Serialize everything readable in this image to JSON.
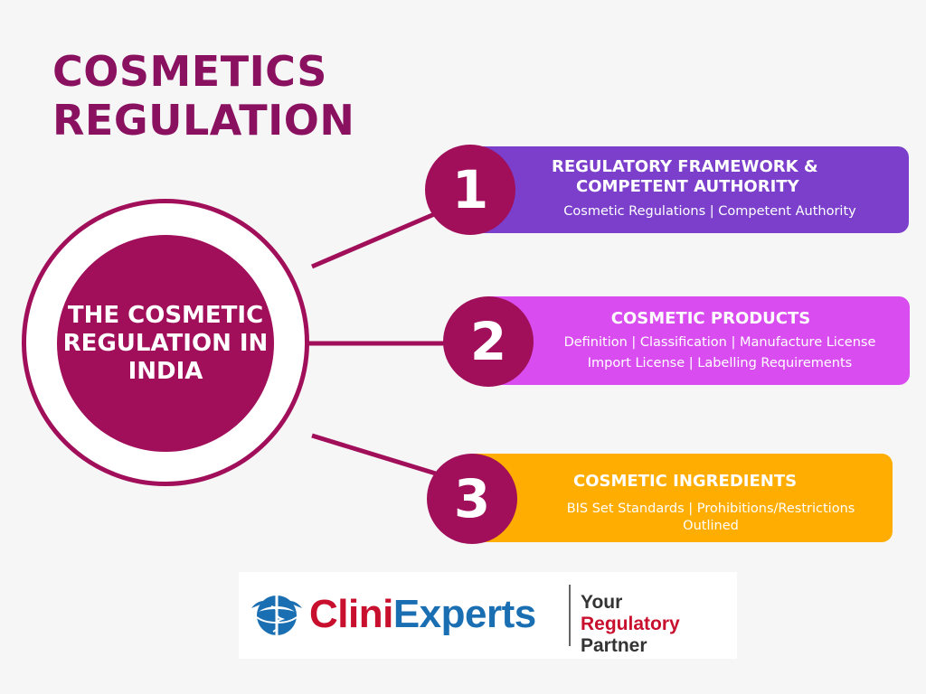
{
  "title": [
    "COSMETICS",
    "REGULATION"
  ],
  "center": {
    "text": "THE COSMETIC REGULATION IN INDIA"
  },
  "items": [
    {
      "number": "1",
      "title": [
        "REGULATORY FRAMEWORK &",
        "COMPETENT AUTHORITY"
      ],
      "subtitle": [
        "Cosmetic Regulations | Competent Authority"
      ],
      "color": "#7b3fcc"
    },
    {
      "number": "2",
      "title": [
        "COSMETIC PRODUCTS"
      ],
      "subtitle": [
        "Definition | Classification | Manufacture License",
        "Import License | Labelling Requirements"
      ],
      "color": "#d94df0"
    },
    {
      "number": "3",
      "title": [
        "COSMETIC INGREDIENTS"
      ],
      "subtitle": [
        "BIS Set Standards | Prohibitions/Restrictions",
        "Outlined"
      ],
      "color": "#ffad00"
    }
  ],
  "logo": {
    "brand_part1": "Clini",
    "brand_part2": "Experts",
    "tagline_line1": "Your",
    "tagline_line2_part1": "Regulatory",
    "tagline_line2_part2": " Partner",
    "emblem_icon": "caduceus-globe-icon"
  },
  "colors": {
    "primary": "#a10f5a",
    "title": "#8a1060",
    "background": "#f6f6f6"
  }
}
